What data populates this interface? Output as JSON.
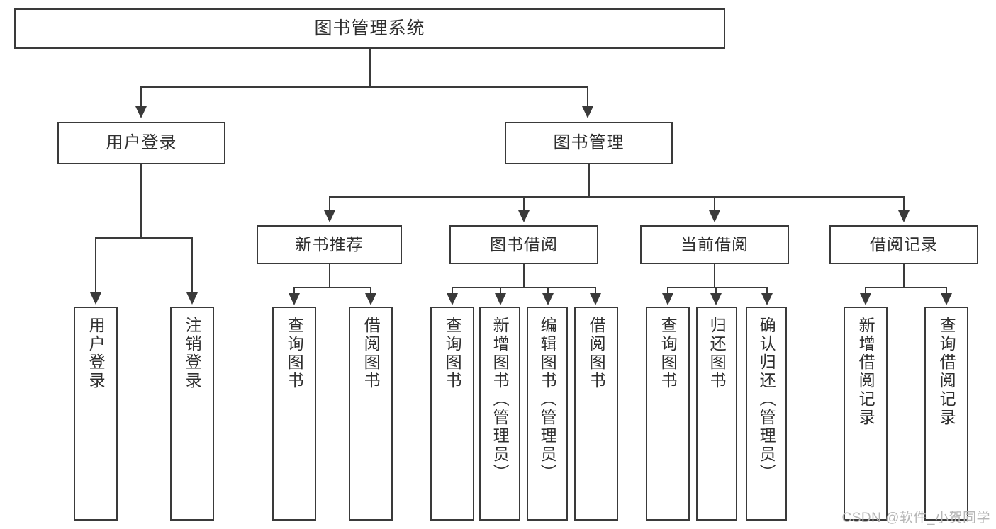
{
  "diagram": {
    "type": "tree",
    "title": "图书管理系统",
    "root": {
      "label": "图书管理系统"
    },
    "level2": [
      {
        "label": "用户登录"
      },
      {
        "label": "图书管理"
      }
    ],
    "level3": [
      {
        "label": "新书推荐"
      },
      {
        "label": "图书借阅"
      },
      {
        "label": "当前借阅"
      },
      {
        "label": "借阅记录"
      }
    ],
    "leaves": {
      "user_login": [
        {
          "label": "用户登录"
        },
        {
          "label": "注销登录"
        }
      ],
      "new_book": [
        {
          "label": "查询图书"
        },
        {
          "label": "借阅图书"
        }
      ],
      "borrow_book": [
        {
          "label": "查询图书"
        },
        {
          "label": "新增图书（管理员）"
        },
        {
          "label": "编辑图书（管理员）"
        },
        {
          "label": "借阅图书"
        }
      ],
      "current_borrow": [
        {
          "label": "查询图书"
        },
        {
          "label": "归还图书"
        },
        {
          "label": "确认归还（管理员）"
        }
      ],
      "borrow_record": [
        {
          "label": "新增借阅记录"
        },
        {
          "label": "查询借阅记录"
        }
      ]
    }
  },
  "colors": {
    "background": "#ffffff",
    "box_border": "#3a3a3a",
    "connector": "#3a3a3a",
    "text": "#2f2f2f",
    "watermark": "#b6b6b6"
  },
  "watermark": {
    "text": "CSDN @软件_小贺同学"
  }
}
